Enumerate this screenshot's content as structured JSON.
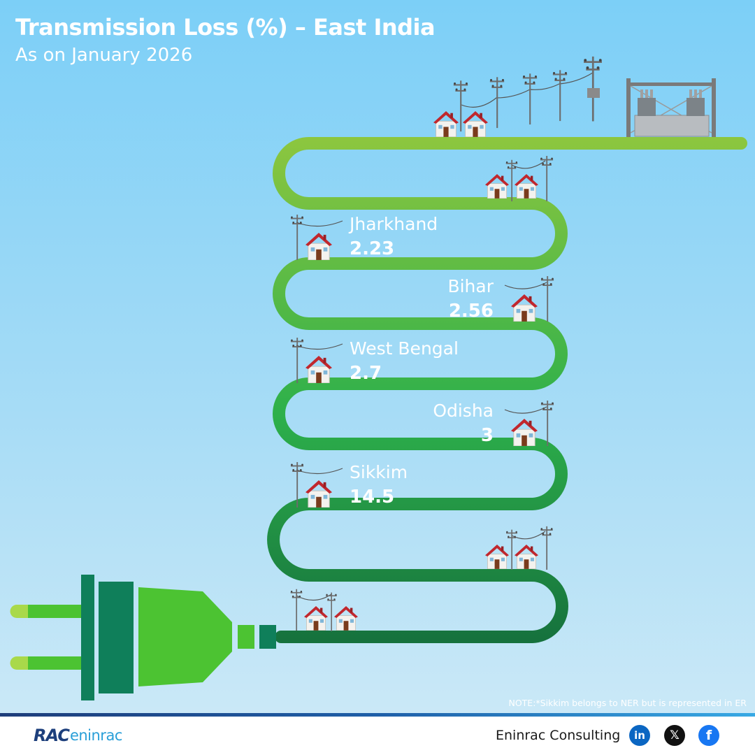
{
  "title": "Transmission Loss (%) – East India",
  "subtitle": "As on January 2026",
  "note": "NOTE:*Sikkim belongs to NER but is represented in ER",
  "brand": {
    "logo_rac": "RAC",
    "logo_eninrac": "eninrac",
    "company": "Eninrac Consulting"
  },
  "social": [
    {
      "name": "linkedin-icon",
      "glyph": "in"
    },
    {
      "name": "x-icon",
      "glyph": "𝕏"
    },
    {
      "name": "facebook-icon",
      "glyph": "f"
    }
  ],
  "colors": {
    "cable_top": "#8cc63f",
    "cable_bottom": "#16723d",
    "plug_light": "#4cc332",
    "plug_dark": "#0f7f5a",
    "prong_tip": "#a9d94a"
  },
  "chart_data": {
    "type": "table",
    "title": "Transmission Loss (%) – East India",
    "subtitle": "As on January 2026",
    "categories": [
      "Jharkhand",
      "Bihar",
      "West Bengal",
      "Odisha",
      "Sikkim"
    ],
    "values": [
      2.23,
      2.56,
      2.7,
      3,
      14.5
    ]
  }
}
